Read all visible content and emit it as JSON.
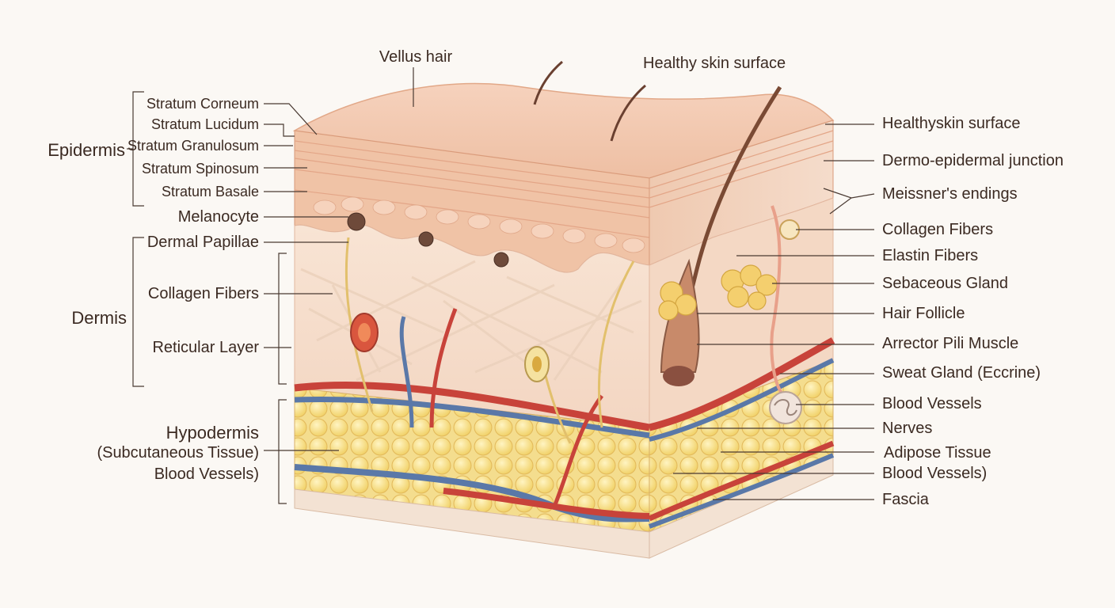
{
  "top_labels": {
    "vellus_hair": "Vellus hair",
    "healthy_skin_surface": "Healthy skin surface"
  },
  "left_labels": {
    "epidermis": "Epidermis",
    "dermis": "Dermis",
    "hypodermis_lines": [
      "Hypodermis",
      "(Subcutaneous Tissue)",
      "Blood Vessels)"
    ],
    "epidermis_layers": [
      "Stratum Corneum",
      "Stratum Lucidum",
      "Stratum Granulosum",
      "Stratum Spinosum",
      "Stratum Basale"
    ],
    "melanocyte": "Melanocyte",
    "dermal_papillae": "Dermal Papillae",
    "collagen_fibers": "Collagen Fibers",
    "reticular_layer": "Reticular Layer"
  },
  "right_labels": [
    "Healthyskin surface",
    "Dermo-epidermal junction",
    "Meissner's endings",
    "Collagen Fibers",
    "Elastin Fibers",
    "Sebaceous Gland",
    "Hair Follicle",
    "Arrector Pili Muscle",
    "Sweat Gland (Eccrine)",
    "Blood Vessels",
    "Nerves",
    "Adipose Tissue",
    "Blood Vessels)",
    "Fascia"
  ],
  "colors": {
    "background": "#fbf8f4",
    "text": "#3b2a22",
    "epidermis": "#f1c3a6",
    "dermis": "#f6dcc8",
    "fat": "#f4d77a",
    "artery": "#c8433a",
    "vein": "#5a78a8",
    "leader_line": "#4a3a32"
  }
}
